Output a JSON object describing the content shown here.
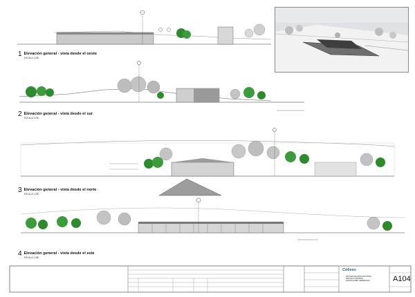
{
  "elevations": [
    {
      "number": "1",
      "title": "Elevación general - vista desde el oeste",
      "scale": "ESCALA 1:250"
    },
    {
      "number": "2",
      "title": "Elevación general - vista desde el sur",
      "scale": "ESCALA 1:250"
    },
    {
      "number": "3",
      "title": "Elevación general - vista desde el norte",
      "scale": "ESCALA 1:250"
    },
    {
      "number": "4",
      "title": "Elevación general - vista desde el este",
      "scale": "ESCALA 1:250"
    }
  ],
  "title_block": {
    "sheet_number": "A104",
    "company": "Coliseo",
    "project_lines": [
      "ESTUDIO DE ARQUITECTURA",
      "PROYECTO BASICO",
      "ELEVACIONES GENERALES"
    ]
  },
  "colors": {
    "vegetation": "#2f8a2f",
    "canopy_gray": "#b9b9b9",
    "line": "#333333",
    "render_sky": "#dfe1e4"
  }
}
